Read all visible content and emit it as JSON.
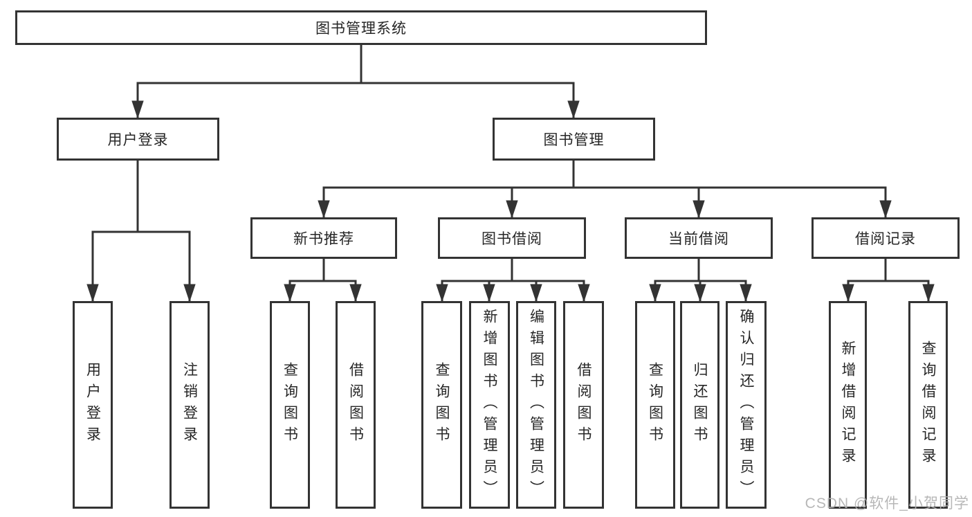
{
  "diagram_title": "图书管理系统",
  "colors": {
    "line": "#333333",
    "box_border": "#333333",
    "text": "#262626",
    "watermark": "#b1b1b1",
    "background": "#ffffff"
  },
  "tree": {
    "root": {
      "label": "图书管理系统"
    },
    "branches": [
      {
        "label": "用户登录",
        "children": [
          {
            "label": "用户登录"
          },
          {
            "label": "注销登录"
          }
        ]
      },
      {
        "label": "图书管理",
        "children": [
          {
            "label": "新书推荐",
            "children": [
              {
                "label": "查询图书"
              },
              {
                "label": "借阅图书"
              }
            ]
          },
          {
            "label": "图书借阅",
            "children": [
              {
                "label": "查询图书"
              },
              {
                "label": "新增图书（管理员）"
              },
              {
                "label": "编辑图书（管理员）"
              },
              {
                "label": "借阅图书"
              }
            ]
          },
          {
            "label": "当前借阅",
            "children": [
              {
                "label": "查询图书"
              },
              {
                "label": "归还图书"
              },
              {
                "label": "确认归还（管理员）"
              }
            ]
          },
          {
            "label": "借阅记录",
            "children": [
              {
                "label": "新增借阅记录"
              },
              {
                "label": "查询借阅记录"
              }
            ]
          }
        ]
      }
    ]
  },
  "watermark": "CSDN @软件_小贺同学"
}
